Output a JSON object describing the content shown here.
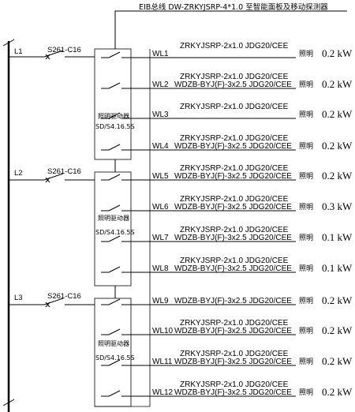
{
  "bus_label": "EIB总线 DW-ZRKYJSRP-4*1.0 至智能面板及移动探测器",
  "groups": [
    {
      "phase": "L1",
      "breaker": "S261-C16",
      "driver_name": "照明驱动器",
      "driver_model": "SD/S4.16.5S"
    },
    {
      "phase": "L2",
      "breaker": "S261-C16",
      "driver_name": "照明驱动器",
      "driver_model": "SD/S4.16.5S"
    },
    {
      "phase": "L3",
      "breaker": "S261-C16",
      "driver_name": "照明驱动器",
      "driver_model": "SD/S4.16.5S"
    }
  ],
  "circuits": [
    {
      "id": "WL1",
      "control_cable": "ZRKYJSRP-2x1.0 JDG20/CEE",
      "power_cable": "",
      "load": "照明",
      "power": "0.2 kW"
    },
    {
      "id": "WL2",
      "control_cable": "ZRKYJSRP-2x1.0 JDG20/CEE",
      "power_cable": "WDZB-BYJ(F)-3x2.5 JDG20/CEE",
      "load": "照明",
      "power": "0.2 kW"
    },
    {
      "id": "WL3",
      "control_cable": "ZRKYJSRP-2x1.0 JDG20/CEE",
      "power_cable": "",
      "load": "照明",
      "power": "0.2 kW"
    },
    {
      "id": "WL4",
      "control_cable": "ZRKYJSRP-2x1.0 JDG20/CEE",
      "power_cable": "WDZB-BYJ(F)-3x2.5 JDG20/CEE",
      "load": "照明",
      "power": "0.2 kW"
    },
    {
      "id": "WL5",
      "control_cable": "ZRKYJSRP-2x1.0 JDG20/CEE",
      "power_cable": "WDZB-BYJ(F)-3x2.5 JDG20/CEE",
      "load": "照明",
      "power": "0.2 kW"
    },
    {
      "id": "WL6",
      "control_cable": "ZRKYJSRP-2x1.0 JDG20/CEE",
      "power_cable": "WDZB-BYJ(F)-3x2.5 JDG20/CEE",
      "load": "照明",
      "power": "0.3 kW"
    },
    {
      "id": "WL7",
      "control_cable": "ZRKYJSRP-2x1.0 JDG20/CEE",
      "power_cable": "WDZB-BYJ(F)-3x2.5 JDG20/CEE",
      "load": "照明",
      "power": "0.1 kW"
    },
    {
      "id": "WL8",
      "control_cable": "ZRKYJSRP-2x1.0 JDG20/CEE",
      "power_cable": "WDZB-BYJ(F)-3x2.5 JDG20/CEE",
      "load": "照明",
      "power": "0.1 kW"
    },
    {
      "id": "WL9",
      "control_cable": "",
      "power_cable": "WDZB-BYJ(F)-3x2.5 JDG20/CEE",
      "load": "照明",
      "power": "0.2 kW"
    },
    {
      "id": "WL10",
      "control_cable": "ZRKYJSRP-2x1.0 JDG20/CEE",
      "power_cable": "WDZB-BYJ(F)-3x2.5 JDG20/CEE",
      "load": "照明",
      "power": "0.2 kW"
    },
    {
      "id": "WL11",
      "control_cable": "ZRKYJSRP-2x1.0 JDG20/CEE",
      "power_cable": "WDZB-BYJ(F)-3x2.5 JDG20/CEE",
      "load": "照明",
      "power": "0.2 kW"
    },
    {
      "id": "WL12",
      "control_cable": "ZRKYJSRP-2x1.0 JDG20/CEE",
      "power_cable": "WDZB-BYJ(F)-3x2.5 JDG20/CEE",
      "load": "照明",
      "power": "0.2 kW"
    }
  ]
}
